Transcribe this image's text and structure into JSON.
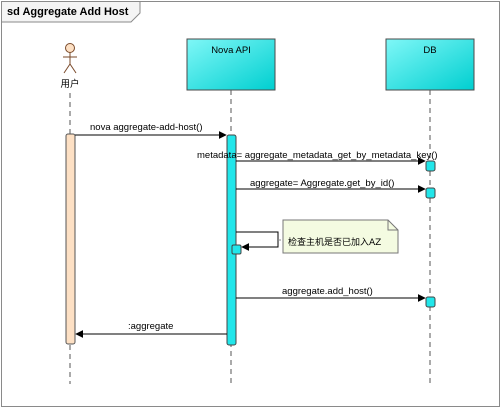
{
  "frame": {
    "title": "sd Aggregate Add Host"
  },
  "participants": {
    "actor": {
      "label": "用户",
      "icon": "stick-figure-icon"
    },
    "nova_api": {
      "label": "Nova API"
    },
    "db": {
      "label": "DB"
    }
  },
  "messages": {
    "m1": "nova aggregate-add-host()",
    "m2": "metadata= aggregate_metadata_get_by_metadata_key()",
    "m3": "aggregate= Aggregate.get_by_id()",
    "m4": "aggregate.add_host()",
    "m5": ":aggregate"
  },
  "note": {
    "text": "检查主机是否已加入AZ"
  },
  "colors": {
    "lifeline_box": "#00e0e0",
    "activation": "#22e6ea",
    "actor_activation": "#fde0c4",
    "note_fill": "#f4fbe1",
    "frame_tab": "#f4f4f4"
  }
}
